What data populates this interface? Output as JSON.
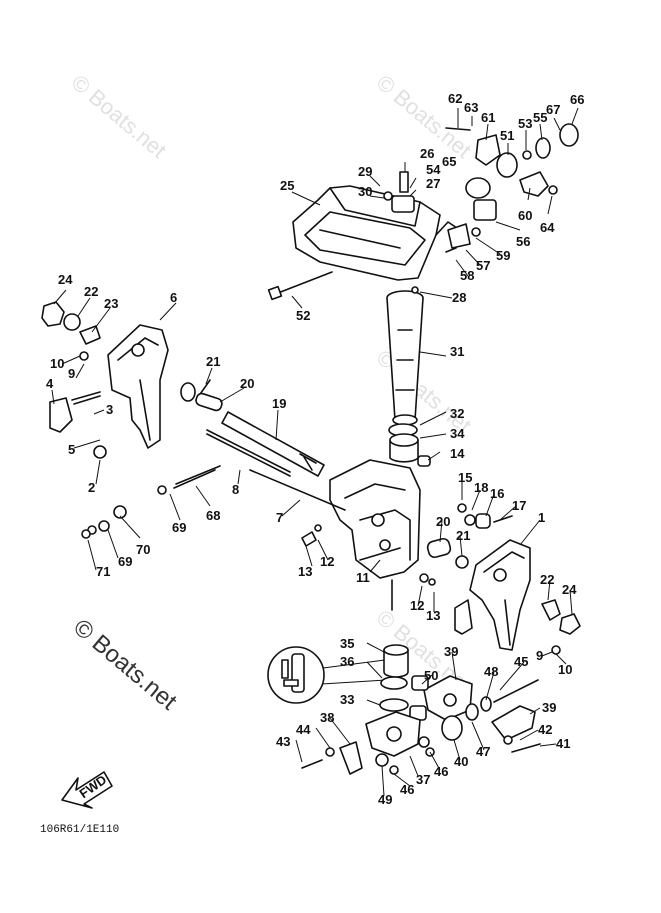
{
  "watermarks": [
    "© Boats.net",
    "© Boats.net",
    "© Boats.net",
    "© Boats.net"
  ],
  "side_watermark": "© Boats.net",
  "fwd_label": "FWD",
  "drawing_code": "106R61/1E110",
  "part_numbers": [
    "62",
    "63",
    "61",
    "51",
    "53",
    "55",
    "67",
    "66",
    "26",
    "29",
    "54",
    "65",
    "27",
    "30",
    "25",
    "60",
    "64",
    "56",
    "59",
    "57",
    "58",
    "28",
    "52",
    "24",
    "22",
    "23",
    "6",
    "10",
    "9",
    "4",
    "3",
    "21",
    "20",
    "19",
    "31",
    "32",
    "34",
    "14",
    "5",
    "2",
    "8",
    "15",
    "18",
    "16",
    "17",
    "1",
    "69",
    "68",
    "7",
    "70",
    "20",
    "21",
    "71",
    "69",
    "13",
    "12",
    "11",
    "22",
    "24",
    "12",
    "13",
    "9",
    "10",
    "35",
    "36",
    "39",
    "50",
    "48",
    "45",
    "33",
    "38",
    "44",
    "43",
    "46",
    "40",
    "47",
    "39",
    "42",
    "41",
    "37",
    "49",
    "46"
  ]
}
